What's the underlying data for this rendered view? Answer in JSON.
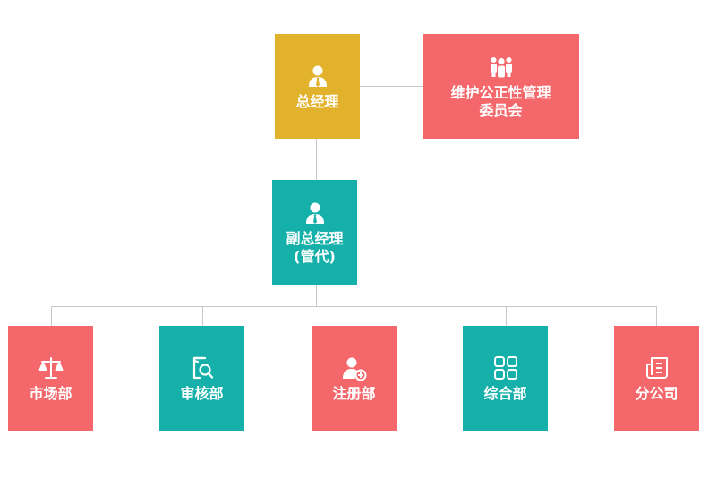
{
  "colors": {
    "gold": "#e3b22d",
    "coral": "#f4686b",
    "teal": "#16b0aa",
    "connector": "#c8c8c8"
  },
  "nodes": {
    "gm": {
      "label": "总经理",
      "icon": "user-tie-icon"
    },
    "committee": {
      "label_line1": "维护公正性管理",
      "label_line2": "委员会",
      "icon": "group-icon"
    },
    "deputy": {
      "label_line1": "副总经理",
      "label_line2": "(管代)",
      "icon": "user-tie-icon"
    },
    "departments": [
      {
        "label": "市场部",
        "icon": "scale-icon"
      },
      {
        "label": "审核部",
        "icon": "document-search-icon"
      },
      {
        "label": "注册部",
        "icon": "user-add-icon"
      },
      {
        "label": "综合部",
        "icon": "grid-icon"
      },
      {
        "label": "分公司",
        "icon": "newspaper-icon"
      }
    ]
  }
}
